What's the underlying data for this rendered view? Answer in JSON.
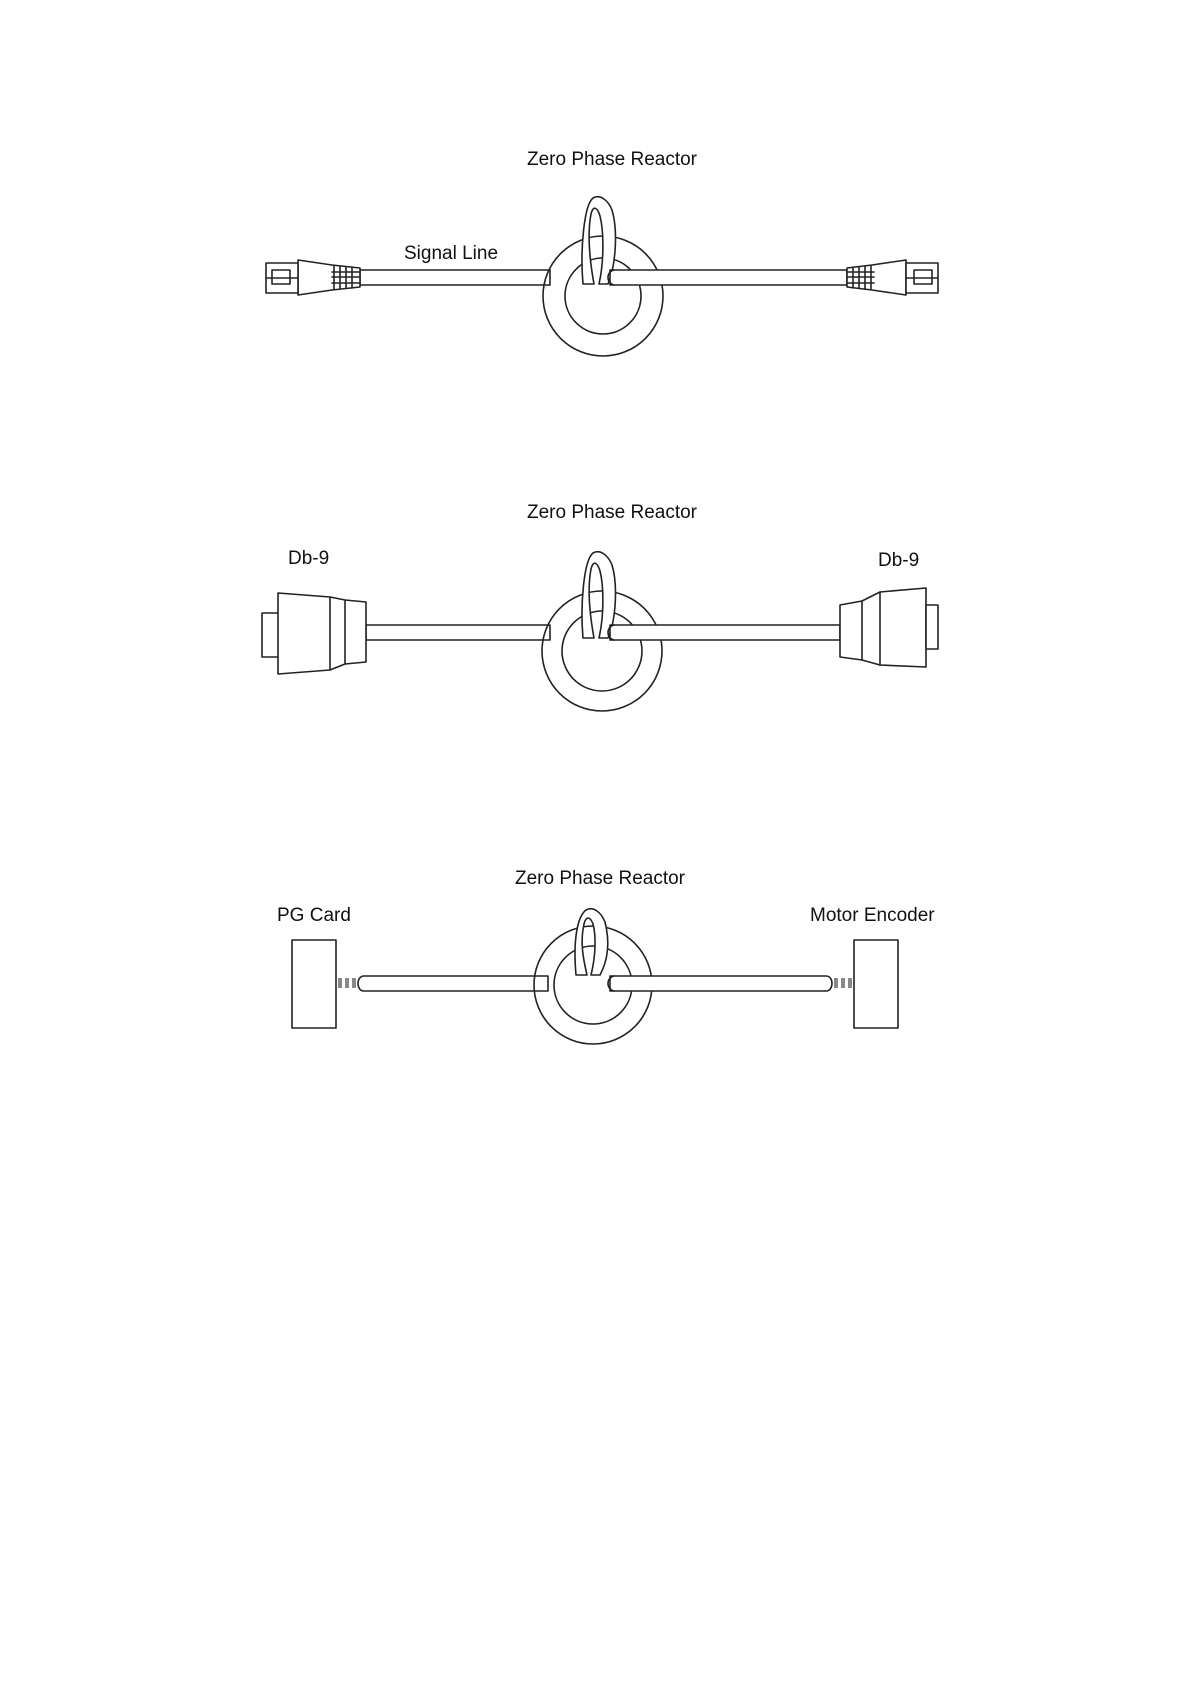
{
  "diagram_1": {
    "reactor_label": "Zero Phase Reactor",
    "line_label": "Signal Line"
  },
  "diagram_2": {
    "reactor_label": "Zero Phase Reactor",
    "left_label": "Db-9",
    "right_label": "Db-9"
  },
  "diagram_3": {
    "reactor_label": "Zero Phase Reactor",
    "left_label": "PG Card",
    "right_label": "Motor Encoder"
  },
  "colors": {
    "line": "#222222",
    "background": "#ffffff"
  }
}
